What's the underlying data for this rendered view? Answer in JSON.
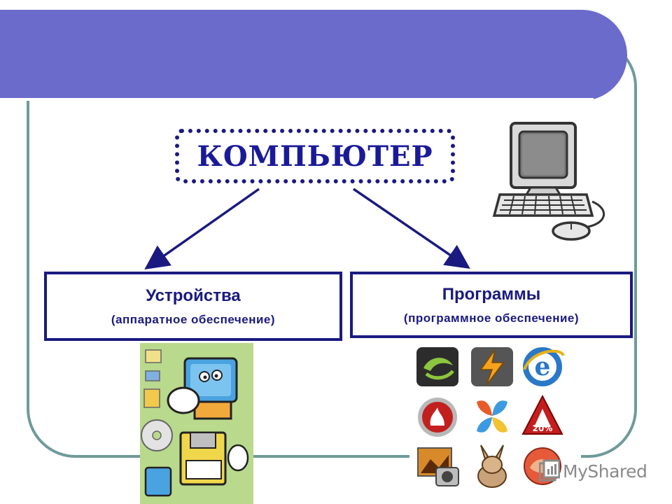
{
  "diagram": {
    "root": {
      "label": "КОМПЬЮТЕР"
    },
    "branches": [
      {
        "title": "Устройства",
        "subtitle": "(аппаратное обеспечение)"
      },
      {
        "title": "Программы",
        "subtitle": "(программное обеспечение)"
      }
    ],
    "edges": [
      {
        "from": "root",
        "to": "branch-0"
      },
      {
        "from": "root",
        "to": "branch-1"
      }
    ]
  },
  "watermark": {
    "text": "MyShared"
  },
  "colors": {
    "header_band": "#6b6bcc",
    "frame": "#6f9a9a",
    "ink": "#1a1a80"
  },
  "icons": [
    "computer-icon",
    "hardware-cartoon-icon",
    "software-logos-icon",
    "myshared-logo-icon"
  ]
}
